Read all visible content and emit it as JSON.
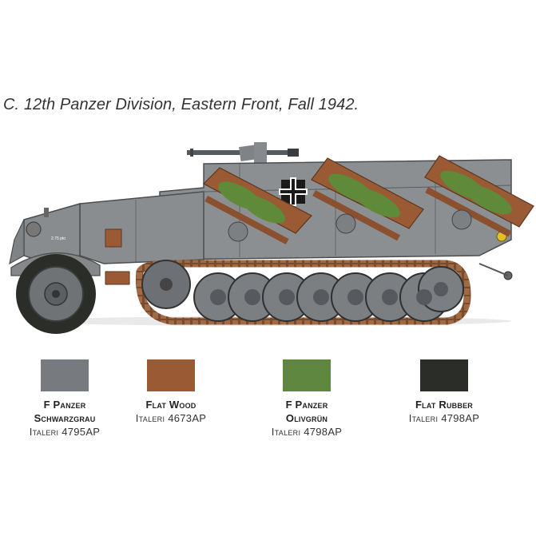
{
  "caption": "C. 12th Panzer Division, Eastern Front, Fall 1942.",
  "vehicle": {
    "hull_marking": "2.75 pto"
  },
  "colors": {
    "hull": "#8a8d90",
    "wood": "#9a5a34",
    "olive": "#5e8a3a",
    "rubber": "#2a2d28"
  },
  "paints": [
    {
      "line1": "F Panzer",
      "line2": "Schwarzgrau",
      "code": "Italeri 4795AP",
      "color": "#777b80"
    },
    {
      "line1": "Flat Wood",
      "line2": "",
      "code": "Italeri 4673AP",
      "color": "#9a5a34"
    },
    {
      "line1": "F Panzer",
      "line2": "Olivgrün",
      "code": "Italeri 4798AP",
      "color": "#5f8740"
    },
    {
      "line1": "Flat Rubber",
      "line2": "",
      "code": "Italeri 4798AP",
      "color": "#2b2d29"
    }
  ]
}
